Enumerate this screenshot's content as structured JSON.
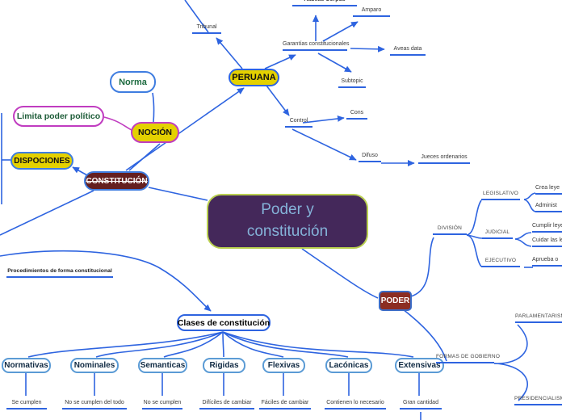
{
  "central": {
    "label": "Poder y constitución"
  },
  "nodes": {
    "norma": "Norma",
    "limita": "Limita poder político",
    "nocion": "NOCIÓN",
    "dispociones": "DISPOCIONES",
    "constitucion": "CONSTITUCIÓN",
    "peruana": "PERUANA",
    "poder": "PODER",
    "clases": "Clases de constitución",
    "normativas": "Normativas",
    "nominales": "Nominales",
    "semanticas": "Semanticas",
    "rigidas": "Rigidas",
    "flexivas": "Flexivas",
    "laconicas": "Lacónicas",
    "extensivas": "Extensivas"
  },
  "labels": {
    "habeas": "Habeas Corpus",
    "amparo": "Amparo",
    "tribunal": "Tribunal",
    "garantias": "Garantías constitucionales",
    "aveas": "Aveas data",
    "subtopic": "Subtopic",
    "control": "Control",
    "cons": "Cons",
    "difuso": "Difuso",
    "jueces": "Jueces ordenarios",
    "legislativo": "LEGISLATIVO",
    "division": "DIVISIÓN",
    "judicial": "JUDICIAL",
    "ejecutivo": "EJECUTIVO",
    "crea": "Crea leye",
    "administra": "Administ",
    "cumplir": "Cumplir leyes",
    "cuidar": "Cuidar las ley",
    "aprueba": "Aprueba o",
    "procedimientos": "Procedimientos de forma constitucional",
    "formas": "FORMAS DE GOBIERNO",
    "parlamentarismo": "PARLAMENTARISMO",
    "presidencialismo": "PRESIDENCIALISMO",
    "se_cumplen": "Se cumplen",
    "no_cumplen_todo": "No se cumplen del todo",
    "no_cumplen": "No se cumplen",
    "dificiles": "Difíciles de cambiar",
    "faciles": "Fáciles de cambiar",
    "contienen": "Contienen lo necesario",
    "gran_cantidad": "Gran cantidad"
  },
  "colors": {
    "line_blue": "#2e64e0",
    "node_border_blue": "#3f7de0",
    "yellow": "#e4d100",
    "maroon": "#641f1f",
    "brick_red": "#8c2d22",
    "central_bg": "#44285a",
    "central_border": "#b9cf4f",
    "central_text": "#85b3d9",
    "magenta": "#c03cc0",
    "green_text": "#1d5c38"
  }
}
